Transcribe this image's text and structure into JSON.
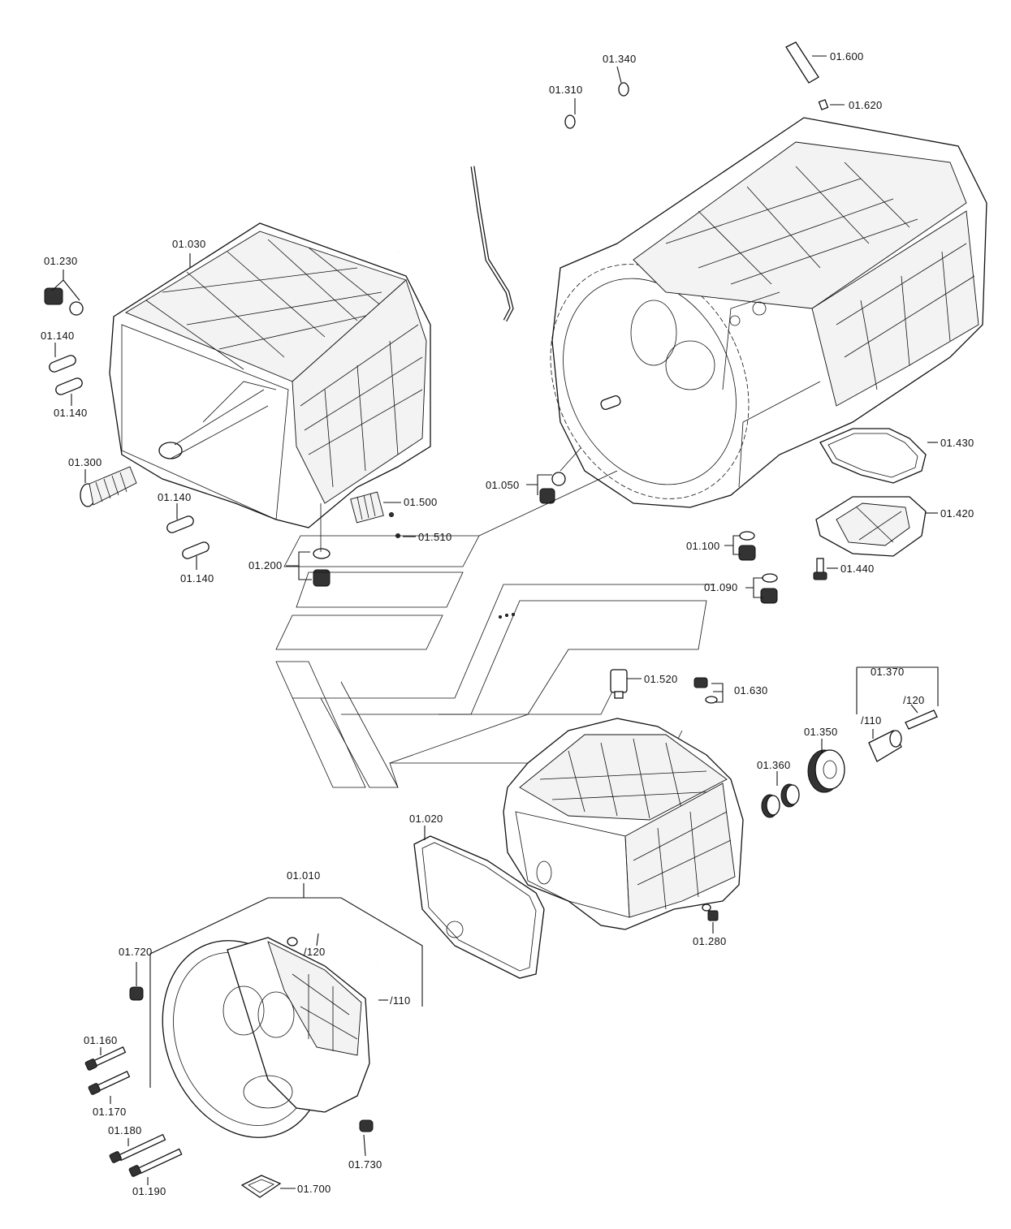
{
  "labels": {
    "l01_010": "01.010",
    "l01_020": "01.020",
    "l01_030": "01.030",
    "l01_050": "01.050",
    "l01_090": "01.090",
    "l01_100": "01.100",
    "l01_140a": "01.140",
    "l01_140b": "01.140",
    "l01_140c": "01.140",
    "l01_140d": "01.140",
    "l01_160": "01.160",
    "l01_170": "01.170",
    "l01_180": "01.180",
    "l01_190": "01.190",
    "l01_200": "01.200",
    "l01_230": "01.230",
    "l01_280": "01.280",
    "l01_300": "01.300",
    "l01_310": "01.310",
    "l01_340": "01.340",
    "l01_350": "01.350",
    "l01_360": "01.360",
    "l01_370": "01.370",
    "l01_420": "01.420",
    "l01_430": "01.430",
    "l01_440": "01.440",
    "l01_500": "01.500",
    "l01_510": "01.510",
    "l01_520": "01.520",
    "l01_600": "01.600",
    "l01_620": "01.620",
    "l01_630": "01.630",
    "l01_700": "01.700",
    "l01_720": "01.720",
    "l01_730": "01.730",
    "s110a": "/110",
    "s120a": "/120",
    "s110b": "/110",
    "s120b": "/120"
  }
}
